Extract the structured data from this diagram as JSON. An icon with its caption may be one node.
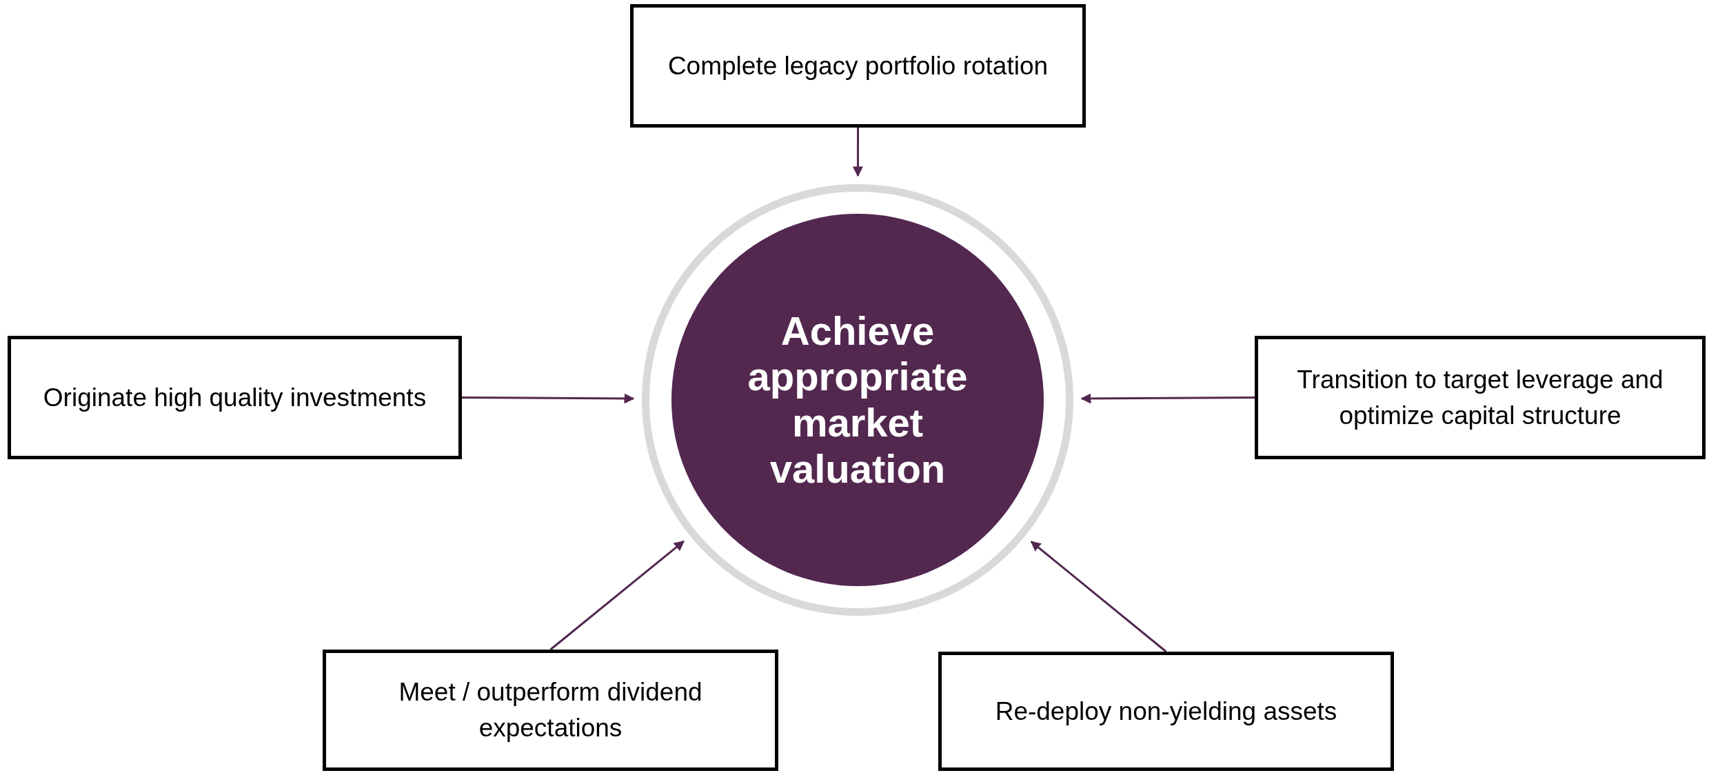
{
  "diagram": {
    "nodes": [
      {
        "text": [
          "Complete legacy portfolio rotation"
        ]
      },
      {
        "text": [
          "Originate high quality investments"
        ]
      },
      {
        "text": [
          "Achieve appropriate market valuation"
        ]
      },
      {
        "text": [
          "Transition to target leverage and optimize capital structure"
        ]
      },
      {
        "text": [
          "Meet / outperform dividend expectations"
        ]
      },
      {
        "text": [
          "Re-deploy non-yielding assets"
        ]
      }
    ],
    "edges": [
      {
        "from": 0,
        "to": 2,
        "arrow": "to"
      },
      {
        "from": 1,
        "to": 2,
        "arrow": "to"
      },
      {
        "from": 3,
        "to": 2,
        "arrow": "to"
      },
      {
        "from": 4,
        "to": 2,
        "arrow": "to"
      },
      {
        "from": 5,
        "to": 2,
        "arrow": "to"
      }
    ]
  }
}
